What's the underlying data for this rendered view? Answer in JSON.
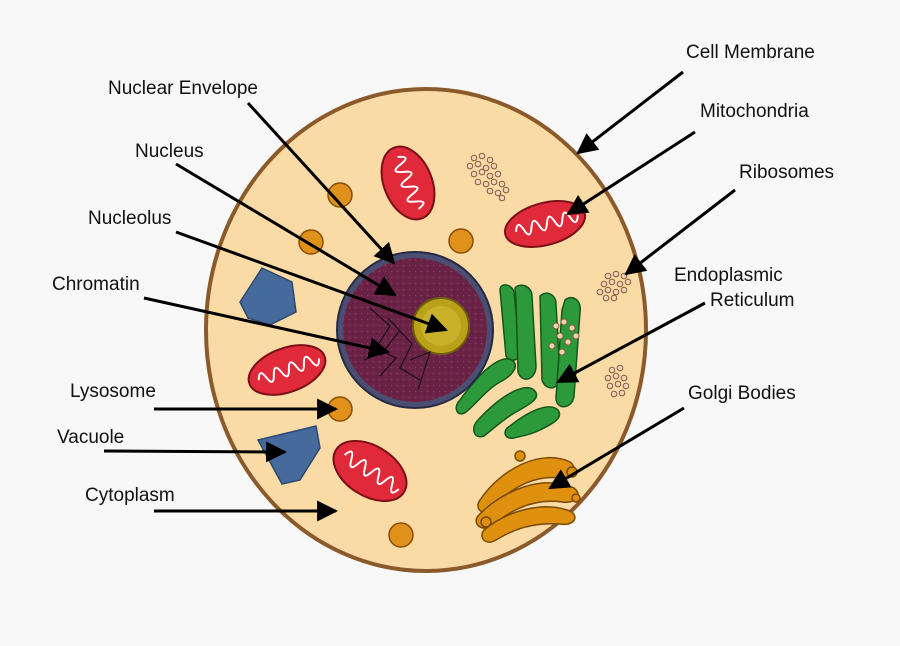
{
  "labels": {
    "cell_membrane": "Cell Membrane",
    "mitochondria": "Mitochondria",
    "ribosomes": "Ribosomes",
    "endoplasmic_reticulum_line1": "Endoplasmic",
    "endoplasmic_reticulum_line2": "Reticulum",
    "golgi_bodies": "Golgi Bodies",
    "nuclear_envelope": "Nuclear Envelope",
    "nucleus": "Nucleus",
    "nucleolus": "Nucleolus",
    "chromatin": "Chromatin",
    "lysosome": "Lysosome",
    "vacuole": "Vacuole",
    "cytoplasm": "Cytoplasm"
  },
  "colors": {
    "background": "#f8f8f8",
    "cytoplasm": "#fadba6",
    "membrane": "#8b5a2b",
    "nucleus": "#6a2346",
    "nuclear_envelope": "#4a4f72",
    "nucleolus": "#b9a21a",
    "mitochondria": "#e02a3a",
    "endoplasmic_reticulum": "#2c9a3a",
    "golgi": "#e0900f",
    "lysosome": "#e0911c",
    "vacuole": "#476a9c",
    "ribosome": "#f1d3b6"
  }
}
